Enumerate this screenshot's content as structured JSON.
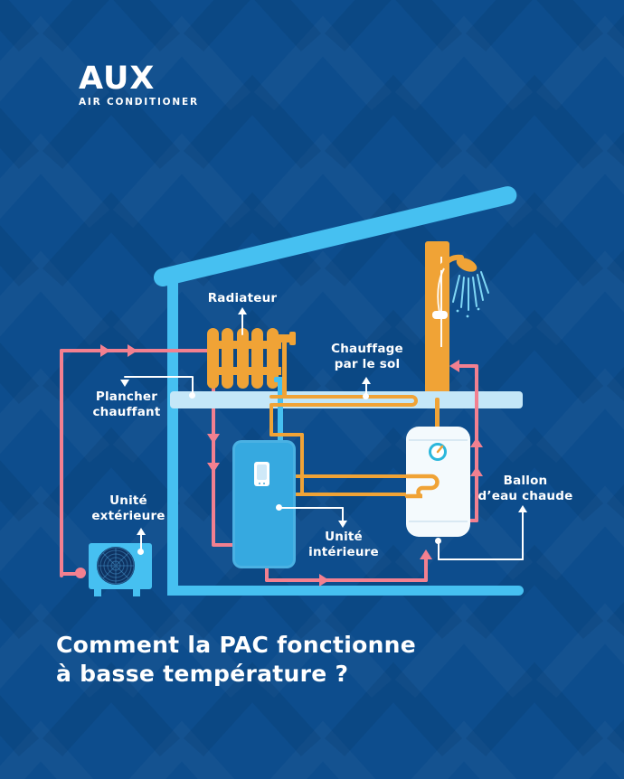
{
  "brand": {
    "name": "AUX",
    "tagline": "AIR CONDITIONER"
  },
  "title": {
    "line1": "Comment la PAC fonctionne",
    "line2": "à basse température ?"
  },
  "diagram": {
    "labels": {
      "radiateur": "Radiateur",
      "chauffage_sol": {
        "line1": "Chauffage",
        "line2": "par le sol"
      },
      "plancher": {
        "line1": "Plancher",
        "line2": "chauffant"
      },
      "unite_exterieure": {
        "line1": "Unité",
        "line2": "extérieure"
      },
      "unite_interieure": {
        "line1": "Unité",
        "line2": "intérieure"
      },
      "ballon": {
        "line1": "Ballon",
        "line2": "d’eau chaude"
      }
    }
  },
  "colors": {
    "bg": "#0d4d8d",
    "structure_blue": "#46c0f1",
    "floor_pale": "#c4e7f8",
    "pipe_pink": "#f28090",
    "pipe_orange": "#f0a336",
    "unit_blue": "#36a9e0",
    "tank_white": "#f4fafd",
    "fan_navy": "#0e3261",
    "water_blue": "#7fd6f5",
    "gauge_teal": "#2bb7dc",
    "text_white": "#ffffff"
  }
}
